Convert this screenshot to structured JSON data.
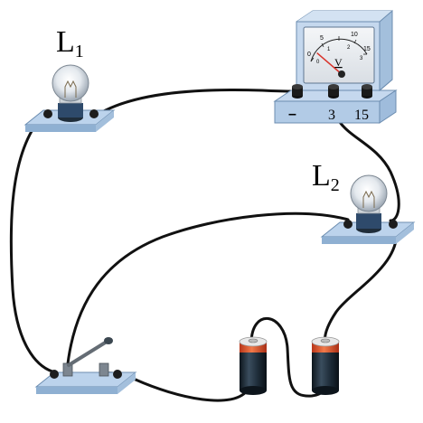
{
  "bulb1": {
    "letter": "L",
    "sub": "1"
  },
  "bulb2": {
    "letter": "L",
    "sub": "2"
  },
  "voltmeter": {
    "unit": "V",
    "scale_top": [
      "0",
      "5",
      "10",
      "15"
    ],
    "scale_bottom": [
      "0",
      "1",
      "2",
      "3"
    ],
    "terminal_minus": "–",
    "terminal_3": "3",
    "terminal_15": "15",
    "needle_reading_fraction": 0.12
  },
  "colors": {
    "wire": "#111111",
    "base_fill": "#bcd3ec",
    "meter_body": "#c5d8ee",
    "battery_body": "#1c2a36",
    "battery_cap": "#e2542a",
    "needle": "#d9332b"
  }
}
